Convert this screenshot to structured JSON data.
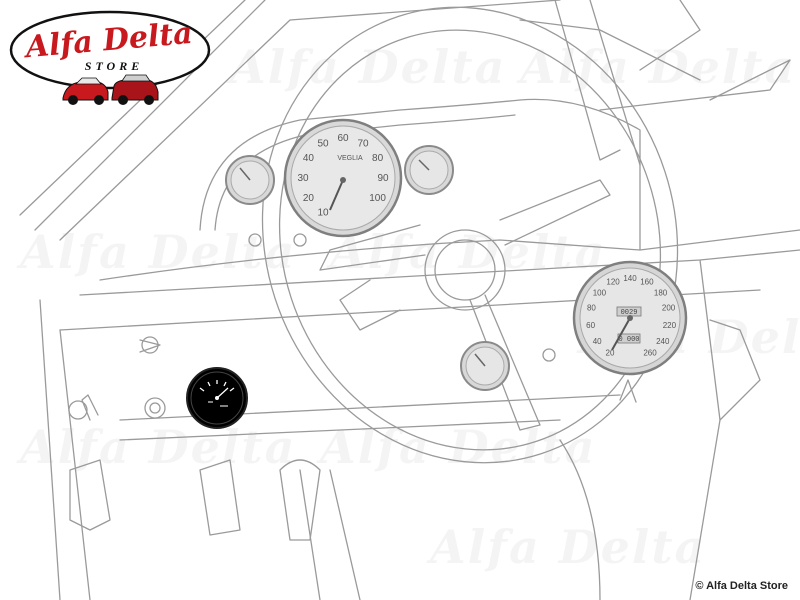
{
  "logo": {
    "title": "Alfa Delta",
    "subtitle": "STORE",
    "colors": {
      "title": "#c8191e",
      "border": "#111111",
      "car": "#c8191e"
    }
  },
  "watermark": {
    "text": "Alfa Delta"
  },
  "gauges": {
    "tachometer": {
      "ticks": [
        "10",
        "20",
        "30",
        "40",
        "50",
        "60",
        "70",
        "80",
        "90",
        "100"
      ],
      "center_label": "VEGLIA"
    },
    "speedometer": {
      "ticks": [
        "20",
        "40",
        "60",
        "80",
        "100",
        "120",
        "140",
        "160",
        "180",
        "200",
        "220",
        "240",
        "260"
      ],
      "odometer": "0029",
      "trip": "0 000"
    },
    "highlighted_gauge": {
      "fill": "#000000"
    }
  },
  "copyright": "© Alfa Delta Store"
}
